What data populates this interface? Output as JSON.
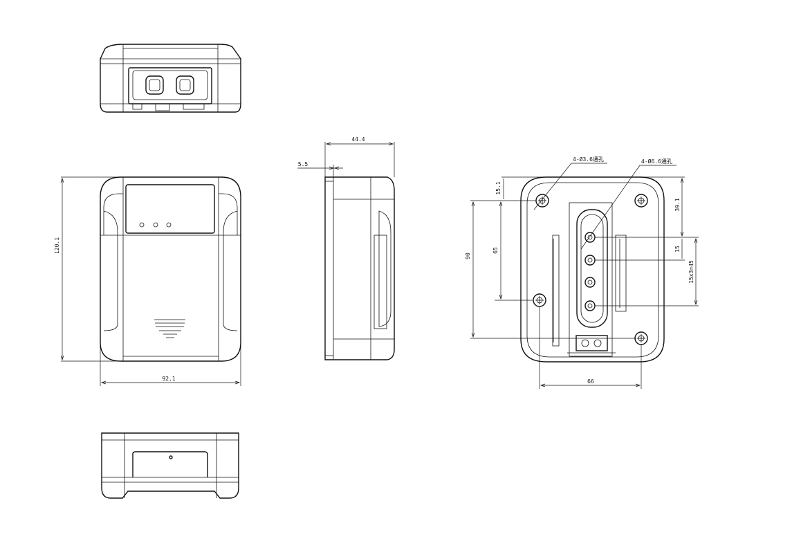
{
  "dimensions": {
    "front_height": "120.1",
    "front_width": "92.1",
    "side_depth": "44.4",
    "side_offset": "5.5",
    "back_hole_small": "4-Ø3.6通孔",
    "back_hole_large": "4-Ø6.6通孔",
    "back_top_offset": "15.1",
    "back_height_90": "90",
    "back_height_65": "65",
    "back_right_39": "39.1",
    "back_right_15": "15",
    "back_right_pitch": "15x3=45",
    "back_width_66": "66"
  }
}
